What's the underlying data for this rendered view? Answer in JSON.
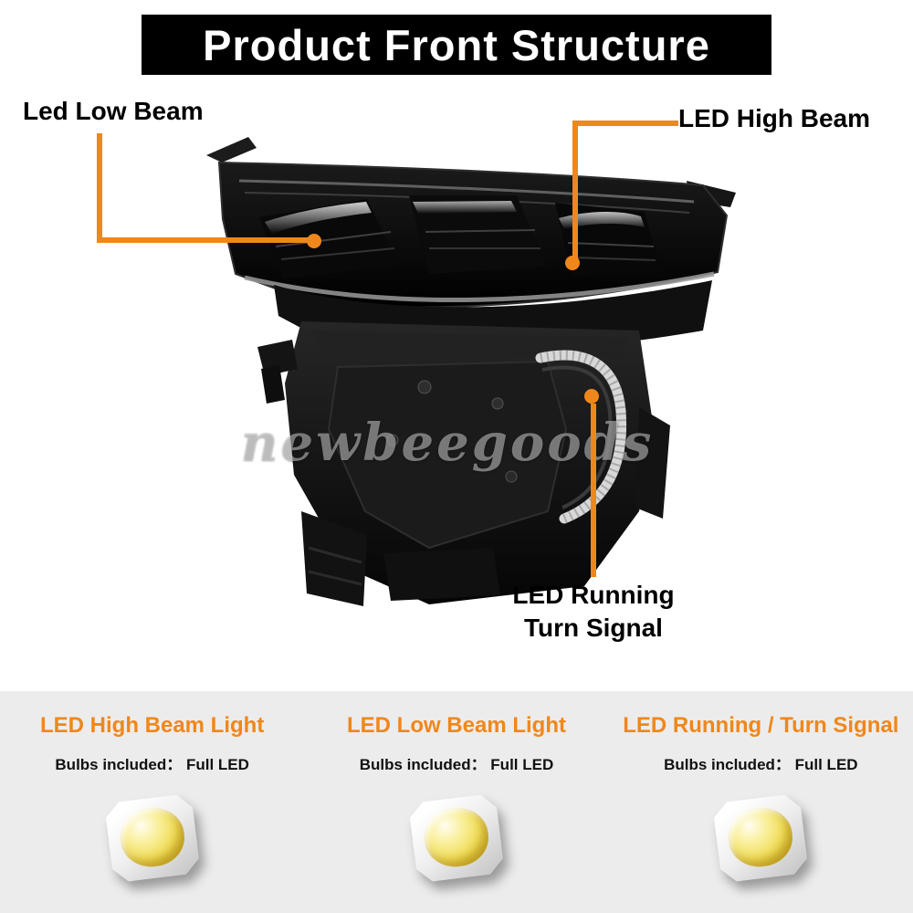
{
  "title": "Product Front Structure",
  "watermark": "newbeegoods",
  "callouts": {
    "low_beam": {
      "label": "Led Low Beam"
    },
    "high_beam": {
      "label": "LED High Beam"
    },
    "running": {
      "label_line1": "LED Running",
      "label_line2": "Turn Signal"
    }
  },
  "specs": {
    "columns": [
      {
        "heading": "LED High Beam Light",
        "bulbs": "Bulbs included：  Full LED"
      },
      {
        "heading": "LED Low Beam Light",
        "bulbs": "Bulbs included：  Full LED"
      },
      {
        "heading": "LED Running / Turn Signal",
        "bulbs": "Bulbs included：  Full LED"
      }
    ]
  },
  "colors": {
    "accent": "#F0871A",
    "banner_bg": "#000000",
    "banner_text": "#FFFFFF",
    "panel_bg": "#ECECEC",
    "led_dome": "#F0DD58"
  }
}
